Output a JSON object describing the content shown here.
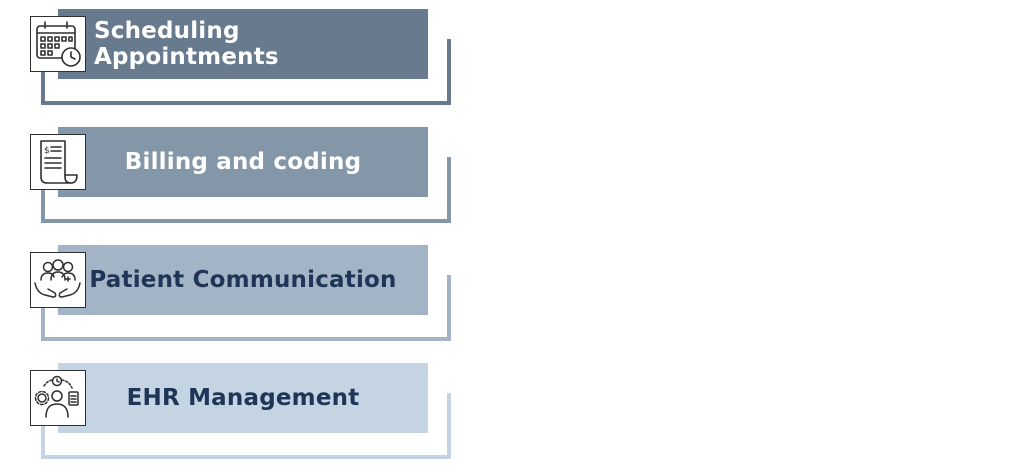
{
  "steps": [
    {
      "label": "Scheduling Appointments",
      "icon": "calendar-clock-icon",
      "bar_color": "#687b8e",
      "outline_color": "#687b8e",
      "text_color": "#ffffff"
    },
    {
      "label": "Billing and coding",
      "icon": "invoice-dollar-icon",
      "bar_color": "#8497a9",
      "outline_color": "#8497a9",
      "text_color": "#ffffff"
    },
    {
      "label": "Patient Communication",
      "icon": "patient-care-hands-icon",
      "bar_color": "#a3b4c6",
      "outline_color": "#a3b4c6",
      "text_color": "#1f3557"
    },
    {
      "label": "EHR Management",
      "icon": "ehr-records-gear-icon",
      "bar_color": "#c4d4e3",
      "outline_color": "#c4d4e3",
      "text_color": "#1f3557"
    }
  ]
}
